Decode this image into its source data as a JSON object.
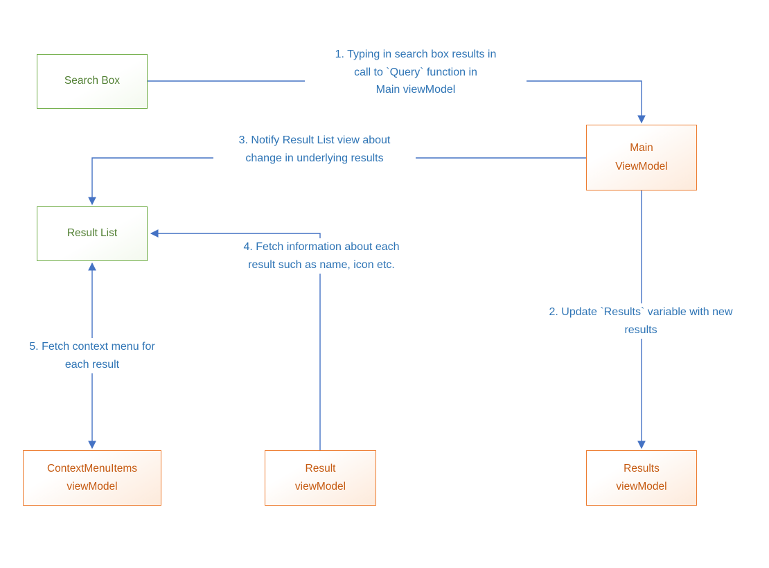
{
  "colors": {
    "green_border": "#70ad47",
    "green_text": "#538135",
    "orange_border": "#ed7d31",
    "orange_text": "#c55a11",
    "arrow_blue": "#4472c4",
    "blue_text": "#2e74b5"
  },
  "nodes": {
    "search_box": {
      "label": "Search Box"
    },
    "main_viewmodel": {
      "label": "Main\nViewModel"
    },
    "result_list": {
      "label": "Result List"
    },
    "contextmenuitems_viewmodel": {
      "label": "ContextMenuItems\nviewModel"
    },
    "result_viewmodel": {
      "label": "Result\nviewModel"
    },
    "results_viewmodel": {
      "label": "Results\nviewModel"
    }
  },
  "annotations": {
    "step1": {
      "text": "1. Typing in search box results in\ncall to `Query` function in\nMain viewModel"
    },
    "step2": {
      "text": "2. Update `Results` variable with new\nresults"
    },
    "step3": {
      "text": "3. Notify Result List view about\nchange in underlying results"
    },
    "step4": {
      "text": "4. Fetch information about each\nresult such as name, icon etc."
    },
    "step5": {
      "text": "5. Fetch context menu for\neach result"
    }
  }
}
